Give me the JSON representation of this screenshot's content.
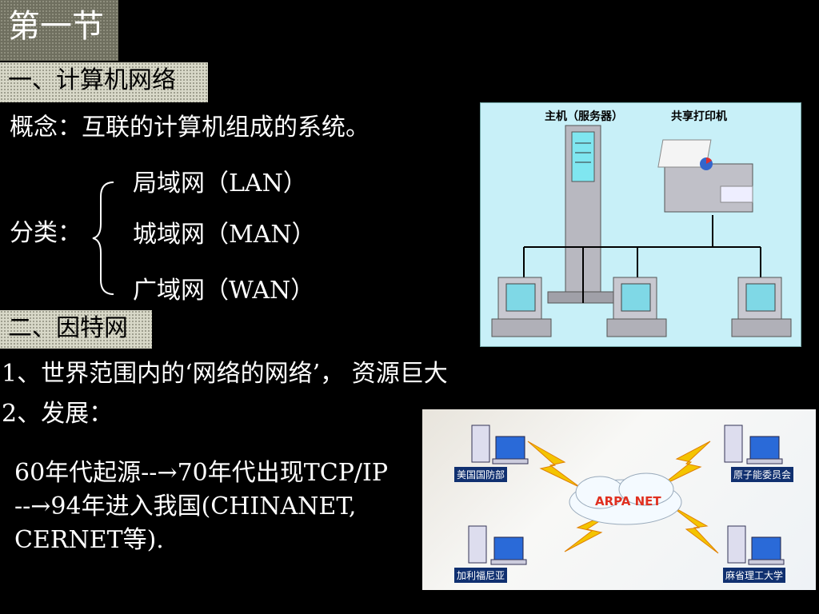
{
  "slide": {
    "title": "第一节",
    "section1": "一、计算机网络",
    "concept": "概念：互联的计算机组成的系统。",
    "classify_label": "分类：",
    "categories": [
      "局域网（LAN）",
      "城域网（MAN）",
      "广域网（WAN）"
    ],
    "section2": "二、因特网",
    "point1": "1、世界范围内的‘网络的网络’，  资源巨大",
    "point2": "2、发展：",
    "dev_line1": "60年代起源--→70年代出现TCP/IP",
    "dev_line2": "--→94年进入我国(CHINANET,",
    "dev_line3": "CERNET等)."
  },
  "lan_figure": {
    "server_label": "主机（服务器）",
    "printer_label": "共享打印机",
    "bg_color": "#c8f0f8"
  },
  "arpanet_figure": {
    "center_label": "ARPA NET",
    "nodes": [
      "美国国防部",
      "原子能委员会",
      "加利福尼亚",
      "麻省理工大学"
    ],
    "center_color": "#e03020",
    "label_bg": "#103070"
  }
}
